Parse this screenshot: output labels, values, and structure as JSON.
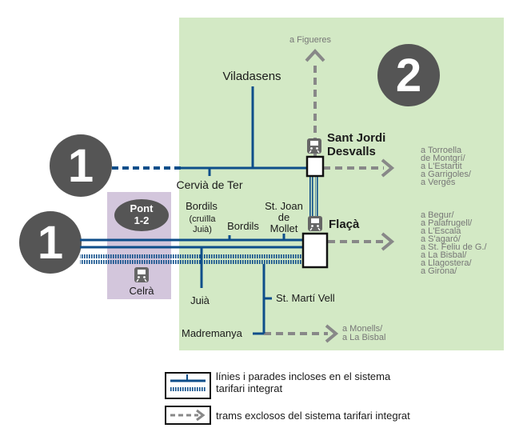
{
  "zones": {
    "zone1_top": "1",
    "zone1_bottom": "1",
    "zone2": "2",
    "pont_line1": "Pont",
    "pont_line2": "1-2"
  },
  "places": {
    "viladasens": "Viladasens",
    "cervia": "Cervià de Ter",
    "bordils_cruilla_1": "Bordils",
    "bordils_cruilla_2": "(cruïlla",
    "bordils_cruilla_3": "Juià)",
    "bordils": "Bordils",
    "st_joan_1": "St. Joan",
    "st_joan_2": "de",
    "st_joan_3": "Mollet",
    "juia": "Juià",
    "st_marti": "St. Martí Vell",
    "madremanya": "Madremanya",
    "celra": "Celrà"
  },
  "stations": {
    "sant_jordi_1": "Sant Jordi",
    "sant_jordi_2": "Desvalls",
    "flaca": "Flaçà"
  },
  "destinations": {
    "figueres": "a Figueres",
    "sant_jordi": [
      "a Torroella",
      "de Montgrí/",
      "a L'Estartit",
      "a Garrigoles/",
      "a Vergès"
    ],
    "flaca": [
      "a Begur/",
      "a Palafrugell/",
      "a L'Escala",
      "a S'agaró/",
      "a St. Feliu de G./",
      "a La Bisbal/",
      "a Llagostera/",
      "a Girona/"
    ],
    "madremanya": [
      "a Monells/",
      "a La Bisbal"
    ]
  },
  "legend": {
    "included_1": "línies i parades incloses en el sistema",
    "included_2": "tarifari integrat",
    "excluded": "trams exclosos del sistema tarifari integrat"
  },
  "colors": {
    "zone2_bg": "#d3e9c5",
    "pont_bg": "#d3c6dc",
    "line": "#0e4e8a",
    "dashed": "#888888",
    "circle": "#555555"
  }
}
